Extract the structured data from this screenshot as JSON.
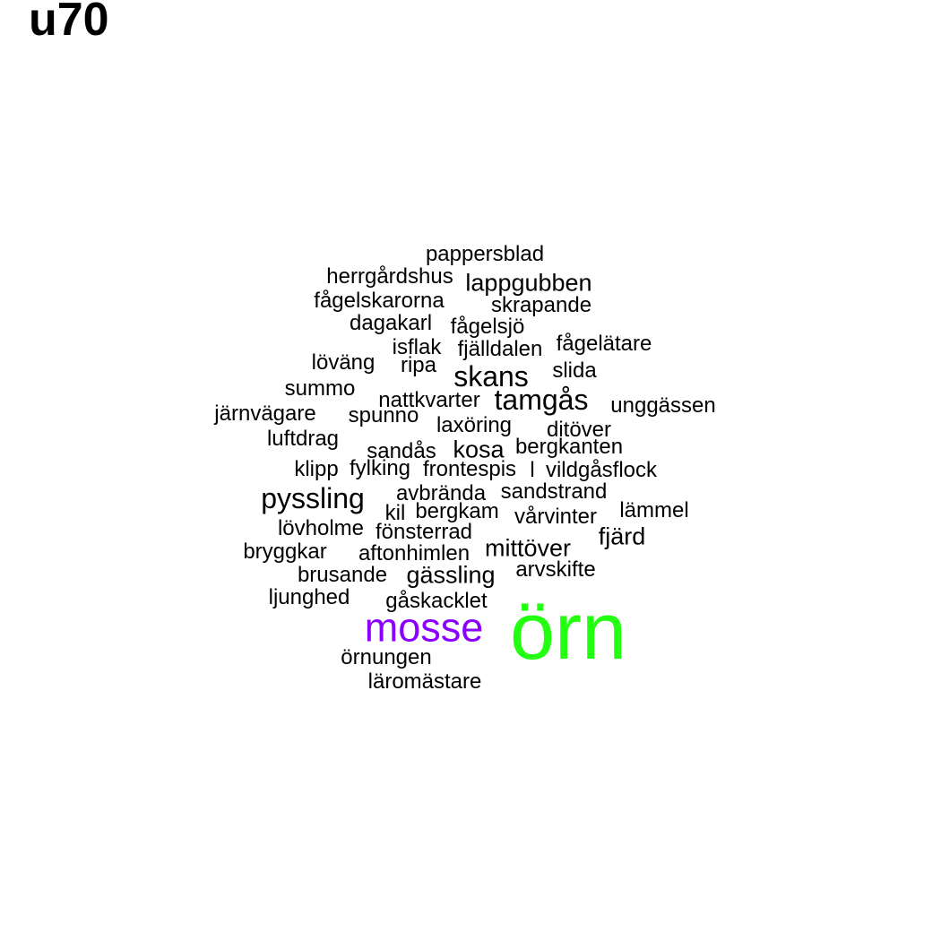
{
  "title": "u70",
  "colors": {
    "mosse": "#8a00ff",
    "orn": "#22ff11",
    "default": "#000000"
  },
  "words": {
    "w0": "pappersblad",
    "w1": "herrgårdshus",
    "w2": "lappgubben",
    "w3": "fågelskarorna",
    "w4": "skrapande",
    "w5": "dagakarl",
    "w6": "fågelsjö",
    "w7": "isflak",
    "w8": "fjälldalen",
    "w9": "fågelätare",
    "w10": "löväng",
    "w11": "ripa",
    "w12": "skans",
    "w13": "slida",
    "w14": "summo",
    "w15": "nattkvarter",
    "w16": "tamgås",
    "w17": "unggässen",
    "w18": "järnvägare",
    "w19": "spunno",
    "w20": "laxöring",
    "w21": "ditöver",
    "w22": "luftdrag",
    "w23": "sandås",
    "w24": "kosa",
    "w25": "bergkanten",
    "w26": "klipp",
    "w27": "fylking",
    "w28": "frontespis",
    "w29": "l",
    "w30": "vildgåsflock",
    "w31": "pyssling",
    "w32": "avbrända",
    "w33": "sandstrand",
    "w34": "kil",
    "w35": "bergkam",
    "w36": "vårvinter",
    "w37": "lämmel",
    "w38": "lövholme",
    "w39": "fönsterrad",
    "w40": "fjärd",
    "w41": "bryggkar",
    "w42": "aftonhimlen",
    "w43": "mittöver",
    "w44": "brusande",
    "w45": "gässling",
    "w46": "arvskifte",
    "w47": "ljunghed",
    "w48": "gåskacklet",
    "w49": "mosse",
    "w50": "örn",
    "w51": "örnungen",
    "w52": "läromästare"
  }
}
